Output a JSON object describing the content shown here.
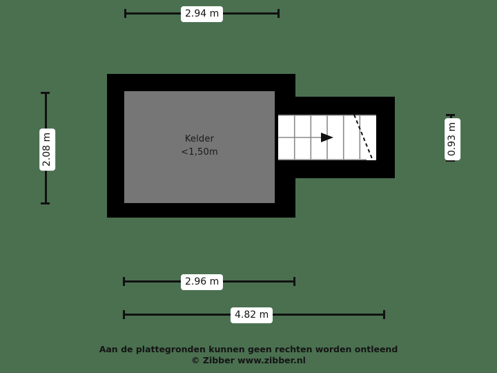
{
  "background_color": "#4a7050",
  "wall_color": "#000000",
  "floor_color": "#767676",
  "stair_fill_color": "#ffffff",
  "plan": {
    "rooms": [
      {
        "name": "Kelder",
        "height_note": "<1,50m"
      }
    ],
    "stair": {
      "name": "staircase",
      "step_count": 6,
      "direction_arrow": "right"
    }
  },
  "dimensions": {
    "top": {
      "label": "2.94 m",
      "orientation": "horizontal"
    },
    "left": {
      "label": "2.08 m",
      "orientation": "vertical"
    },
    "right": {
      "label": "0.93 m",
      "orientation": "vertical"
    },
    "bottom_inner": {
      "label": "2.96 m",
      "orientation": "horizontal"
    },
    "bottom_outer": {
      "label": "4.82 m",
      "orientation": "horizontal"
    }
  },
  "footer": {
    "disclaimer": "Aan de plattegronden kunnen geen rechten worden ontleend",
    "copyright": "© Zibber www.zibber.nl"
  }
}
